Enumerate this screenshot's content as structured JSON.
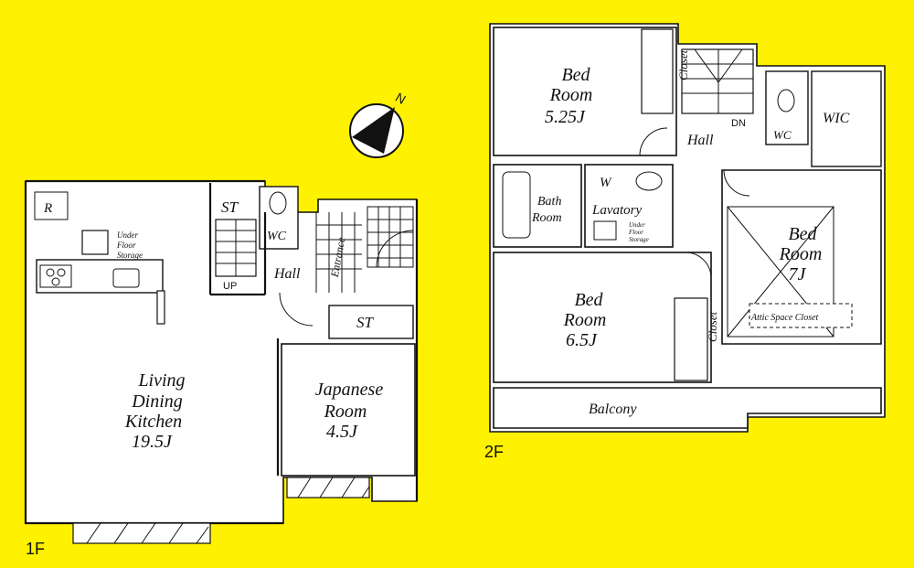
{
  "compass": {
    "north_label": "N"
  },
  "floor1": {
    "label": "1F",
    "rooms": {
      "ldk": [
        "Living",
        "Dining",
        "Kitchen",
        "19.5J"
      ],
      "japanese": [
        "Japanese",
        "Room",
        "4.5J"
      ],
      "st_top": "ST",
      "st_small": "ST",
      "wc": "WC",
      "hall": "Hall",
      "entrance": "Entrance",
      "up": "UP",
      "refrigerator": "R",
      "under_floor": [
        "Under",
        "Floor",
        "Storage"
      ]
    }
  },
  "floor2": {
    "label": "2F",
    "rooms": {
      "bed1": [
        "Bed",
        "Room",
        "5.25J"
      ],
      "closet1": "Closet",
      "hall": "Hall",
      "dn": "DN",
      "wc": "WC",
      "wic": "WIC",
      "bath": [
        "Bath",
        "Room"
      ],
      "lavatory": "Lavatory",
      "washer": "W",
      "under_floor": [
        "Under",
        "Floor",
        "Storage"
      ],
      "bed2": [
        "Bed",
        "Room",
        "6.5J"
      ],
      "closet2": "Closet",
      "bed3": [
        "Bed",
        "Room",
        "7J"
      ],
      "attic": "Attic Space Closet",
      "balcony": "Balcony"
    }
  }
}
